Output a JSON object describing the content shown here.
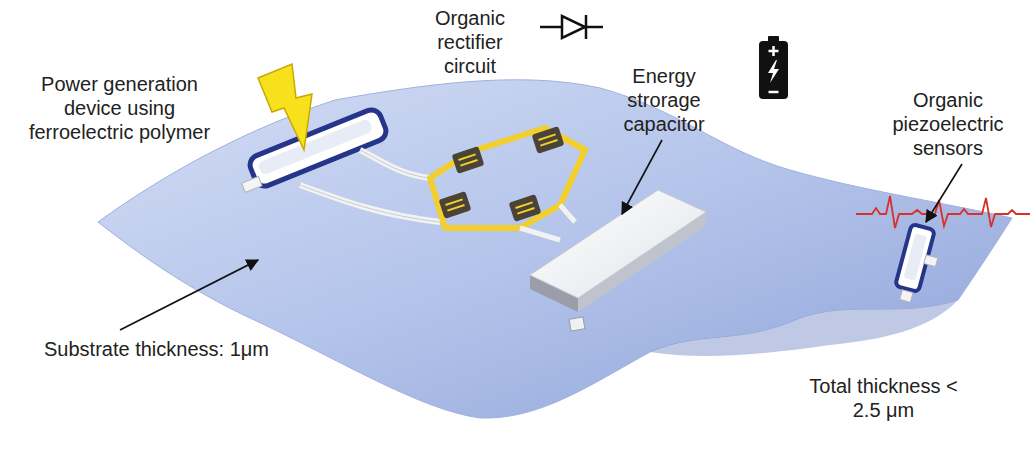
{
  "diagram": {
    "labels": [
      "Power generation device using ferroelectric polymer",
      "Organic rectifier circuit",
      "Energy strorage capacitor",
      "Organic piezoelectric sensors",
      "Substrate thickness: 1μm",
      "Total thickness < 2.5 μm"
    ]
  }
}
